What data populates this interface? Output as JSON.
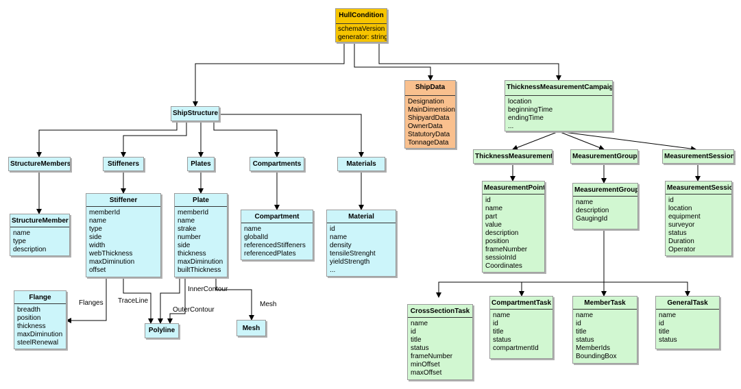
{
  "hull_condition": {
    "title": "HullCondition",
    "attributes": [
      "schemaVersion",
      "generator: string"
    ]
  },
  "ship_data": {
    "title": "ShipData",
    "attributes": [
      "Designation",
      "MainDimension",
      "ShipyardData",
      "OwnerData",
      "StatutoryData",
      "TonnageData"
    ]
  },
  "thickness_campaign": {
    "title": "ThicknessMeasurementCampaign",
    "attributes": [
      "location",
      "beginningTime",
      "endingTime",
      "..."
    ]
  },
  "ship_structure": {
    "title": "ShipStructure"
  },
  "structure_members": {
    "title": "StructureMembers"
  },
  "stiffeners": {
    "title": "Stiffeners"
  },
  "plates": {
    "title": "Plates"
  },
  "compartments": {
    "title": "Compartments"
  },
  "materials": {
    "title": "Materials"
  },
  "structure_member": {
    "title": "StructureMember",
    "attributes": [
      "name",
      "type",
      "description"
    ]
  },
  "stiffener": {
    "title": "Stiffener",
    "attributes": [
      "memberId",
      "name",
      "type",
      "side",
      "width",
      "webThickness",
      "maxDiminution",
      "offset"
    ]
  },
  "plate": {
    "title": "Plate",
    "attributes": [
      "memberId",
      "name",
      "strake",
      "number",
      "side",
      "thickness",
      "maxDiminution",
      "builtThickness"
    ]
  },
  "compartment": {
    "title": "Compartment",
    "attributes": [
      "name",
      "globalId",
      "referencedStiffeners",
      "referencedPlates"
    ]
  },
  "material": {
    "title": "Material",
    "attributes": [
      "id",
      "name",
      "density",
      "tensileStrenght",
      "yieldStrength",
      "..."
    ]
  },
  "flange": {
    "title": "Flange",
    "attributes": [
      "breadth",
      "position",
      "thickness",
      "maxDiminution",
      "steelRenewal"
    ]
  },
  "polyline": {
    "title": "Polyline"
  },
  "mesh": {
    "title": "Mesh"
  },
  "thickness_measurements": {
    "title": "ThicknessMeasurements"
  },
  "measurement_groups": {
    "title": "MeasurementGroups"
  },
  "measurement_sessions": {
    "title": "MeasurementSessions"
  },
  "measurement_point": {
    "title": "MeasurementPoint",
    "attributes": [
      "id",
      "name",
      "part",
      "value",
      "description",
      "position",
      "frameNumber",
      "sessioInId",
      "Coordinates"
    ]
  },
  "measurement_group": {
    "title": "MeasurementGroup",
    "attributes": [
      "name",
      "description",
      "GaugingId"
    ]
  },
  "measurement_session": {
    "title": "MeasurementSession",
    "attributes": [
      "id",
      "location",
      "equipment",
      "surveyor",
      "status",
      "Duration",
      "Operator"
    ]
  },
  "cross_section_task": {
    "title": "CrossSectionTask",
    "attributes": [
      "name",
      "id",
      "title",
      "status",
      "frameNumber",
      "minOffset",
      "maxOffset"
    ]
  },
  "compartment_task": {
    "title": "CompartmentTask",
    "attributes": [
      "name",
      "id",
      "title",
      "status",
      "compartmentId"
    ]
  },
  "member_task": {
    "title": "MemberTask",
    "attributes": [
      "name",
      "id",
      "title",
      "status",
      "MemberIds",
      "BoundingBox"
    ]
  },
  "general_task": {
    "title": "GeneralTask",
    "attributes": [
      "name",
      "id",
      "title",
      "status"
    ]
  },
  "edge_labels": {
    "flanges": "Flanges",
    "trace_line": "TraceLine",
    "inner_contour": "InnerContour",
    "outer_contour": "OuterContour",
    "mesh": "Mesh"
  }
}
